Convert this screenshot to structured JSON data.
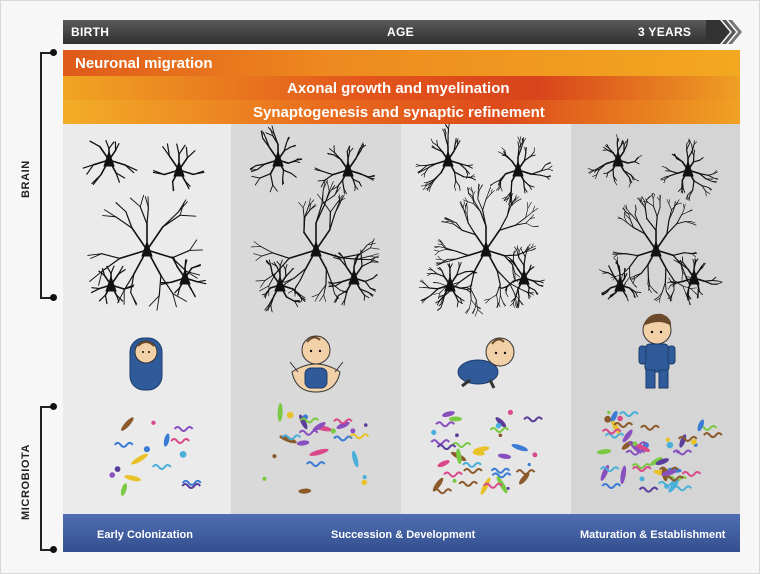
{
  "axis": {
    "start": "BIRTH",
    "middle": "AGE",
    "end": "3 YEARS"
  },
  "bands": [
    "Neuronal migration",
    "Axonal growth and myelination",
    "Synaptogenesis and synaptic refinement"
  ],
  "side_labels": {
    "brain": "BRAIN",
    "microbiota": "MICROBIOTA"
  },
  "stages": [
    "Early Colonization",
    "Succession & Development",
    "Maturation & Establishment"
  ],
  "colors": {
    "band_orange": "#e8651d",
    "band_yellow": "#f2a821",
    "bottom_blue": "#3f5ea0",
    "column_light": "#e9e9e9",
    "column_dark": "#d6d6d6"
  },
  "icons": [
    "neuron-icon",
    "swaddled-baby-icon",
    "sitting-baby-icon",
    "crawling-baby-icon",
    "toddler-icon",
    "bacteria-cluster-icon"
  ]
}
